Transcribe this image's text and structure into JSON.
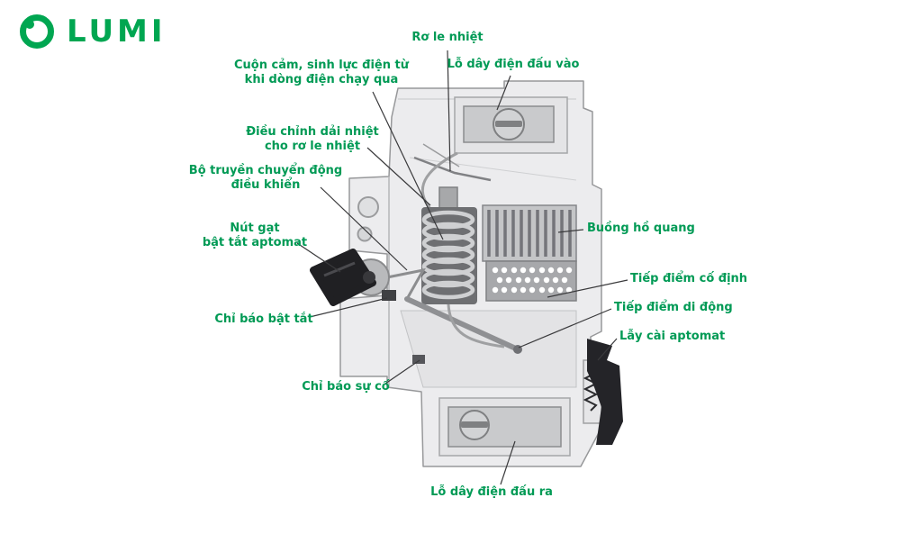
{
  "logo": {
    "brand": "LUMI"
  },
  "diagram": {
    "subject": "aptomat-circuit-breaker-cutaway",
    "colors": {
      "label_green": "#009A55",
      "logo_green": "#00A651",
      "leader_line": "#3a3a3c",
      "body_grey": "#ececee",
      "metal_grey": "#c9cacc",
      "black_part": "#232326"
    },
    "labels": [
      {
        "id": "ro-le-nhiet",
        "text": "Rơ le nhiệt"
      },
      {
        "id": "lo-day-dien-dau-vao",
        "text": "Lỗ dây điện đấu vào"
      },
      {
        "id": "cuon-cam",
        "text": "Cuộn cảm, sinh lực điện từ\nkhi dòng điện chạy qua"
      },
      {
        "id": "dieu-chinh-dai-nhiet",
        "text": "Điều chỉnh dải nhiệt\ncho rơ le nhiệt"
      },
      {
        "id": "bo-truyen-chuyen-dong",
        "text": "Bộ truyền chuyển động\nđiều khiển"
      },
      {
        "id": "nut-gat-bat-tat",
        "text": "Nút gạt\nbật tắt aptomat"
      },
      {
        "id": "chi-bao-bat-tat",
        "text": "Chỉ báo bật tắt"
      },
      {
        "id": "chi-bao-su-co",
        "text": "Chỉ báo sự cố"
      },
      {
        "id": "buong-ho-quang",
        "text": "Buồng hồ quang"
      },
      {
        "id": "tiep-diem-co-dinh",
        "text": "Tiếp điểm cố định"
      },
      {
        "id": "tiep-diem-di-dong",
        "text": "Tiếp điểm di động"
      },
      {
        "id": "lay-cai-aptomat",
        "text": "Lẫy cài aptomat"
      },
      {
        "id": "lo-day-dien-dau-ra",
        "text": "Lỗ dây điện đấu ra"
      }
    ]
  }
}
